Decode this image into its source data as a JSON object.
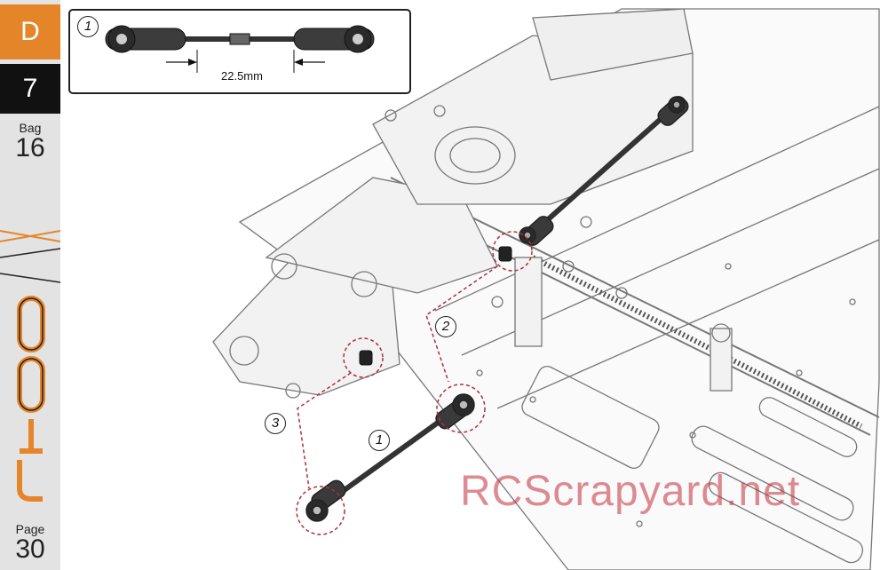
{
  "sidebar": {
    "section_letter": "D",
    "step_number": "7",
    "bag_label": "Bag",
    "bag_number": "16",
    "brand_logo": "logo-mark",
    "page_label": "Page",
    "page_number": "30"
  },
  "inset": {
    "callout": "1",
    "dimension": "22.5mm"
  },
  "callouts": [
    "1",
    "2",
    "3"
  ],
  "watermark": "RCScrapyard.net",
  "colors": {
    "accent_orange": "#e5852a",
    "callout_red": "#b0303a",
    "watermark_red": "#c2303b"
  }
}
